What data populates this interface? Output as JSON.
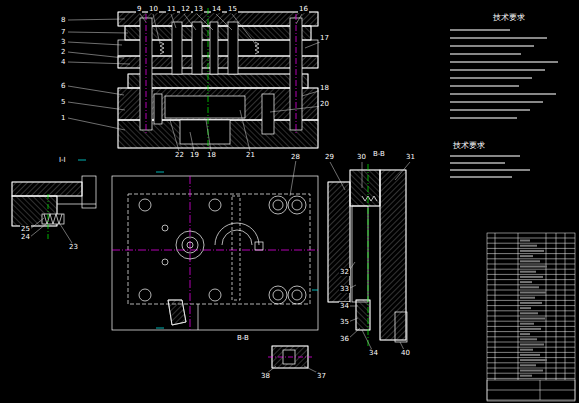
{
  "diagram": {
    "labels": [
      "8",
      "7",
      "3",
      "2",
      "4",
      "6",
      "5",
      "1",
      "9",
      "10",
      "11",
      "12",
      "13",
      "14",
      "15",
      "16",
      "17",
      "18",
      "20",
      "22",
      "19",
      "18",
      "21",
      "I-I",
      "25",
      "24",
      "23",
      "28",
      "29",
      "30",
      "31",
      "B-B",
      "32",
      "33",
      "34",
      "35",
      "36",
      "34",
      "40",
      "B-B",
      "37",
      "38",
      "技术要求",
      "技术要求"
    ]
  }
}
